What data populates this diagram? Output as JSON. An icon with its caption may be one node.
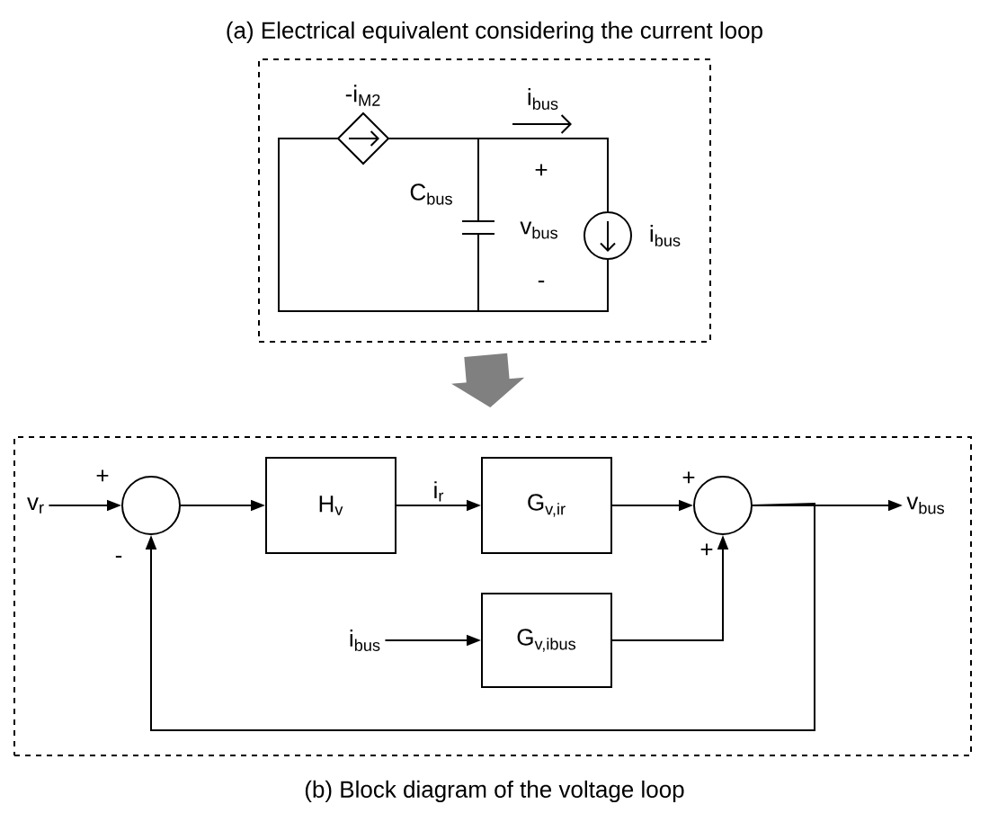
{
  "diagram": {
    "nodes": [
      {
        "text": [
          "(a) Electrical equivalent considering the current loop"
        ]
      },
      {
        "text": [
          "(b) Block diagram of the voltage loop"
        ]
      },
      {
        "text": [
          "v$_{r}$"
        ],
        "in": 1
      },
      {
        "text": [],
        "shape": "circle",
        "in": 1
      },
      {
        "text": [
          "H$_{v}$"
        ],
        "in": 1
      },
      {
        "text": [
          "G$_{v,ir}$"
        ],
        "in": 1
      },
      {
        "text": [],
        "shape": "circle",
        "in": 1
      },
      {
        "text": [
          "v$_{bus}$"
        ],
        "in": 1
      },
      {
        "text": [
          "i$_{bus}$"
        ],
        "in": 1
      },
      {
        "text": [
          "G$_{v,ibus}$"
        ],
        "in": 1
      }
    ],
    "edges": [
      {
        "from": 0,
        "to": 1,
        "arrow": "to",
        "style": "thick",
        "color": "#808080"
      },
      {
        "from": 2,
        "to": 3,
        "arrow": "to"
      },
      {
        "from": 3,
        "to": 4,
        "arrow": "to"
      },
      {
        "from": 4,
        "to": 5,
        "arrow": "to",
        "label": "i$_{r}$"
      },
      {
        "from": 5,
        "to": 6,
        "arrow": "to"
      },
      {
        "from": 6,
        "to": 7,
        "arrow": "to"
      },
      {
        "from": 8,
        "to": 9,
        "arrow": "to"
      },
      {
        "from": 9,
        "to": 6,
        "arrow": "to"
      },
      {
        "from": 6,
        "to": 3,
        "arrow": "to"
      }
    ],
    "labels": [
      "-i$_{M2}$",
      "i$_{bus}$",
      "C$_{bus}$",
      "+",
      "v$_{bus}$",
      "-",
      "i$_{bus}$",
      "+",
      "-",
      "+",
      "+"
    ]
  }
}
